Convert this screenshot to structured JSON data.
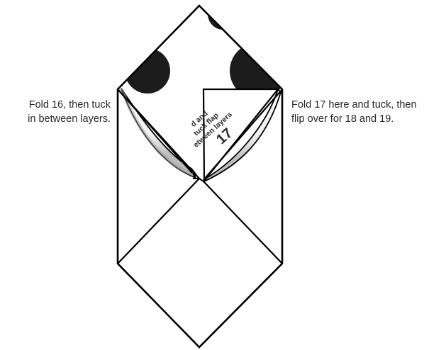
{
  "instructions": {
    "left": {
      "line1": "Fold 16, then tuck",
      "line2": "in between layers."
    },
    "right": {
      "line1": "Fold 17 here and tuck, then",
      "line2": "flip over for 18 and 19."
    }
  },
  "flap": {
    "line1": "d and",
    "line2": "tuck flap",
    "line3": "etween layers",
    "step": "17"
  },
  "colors": {
    "line": "#000000",
    "paper": "#ffffff",
    "spot": "#1c1c1c"
  }
}
